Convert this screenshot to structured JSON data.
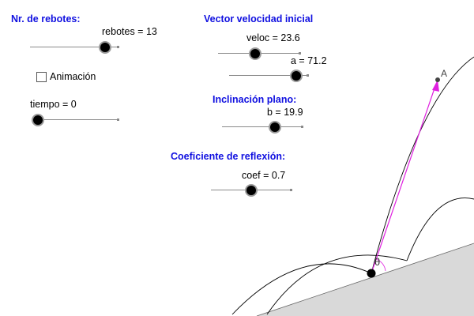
{
  "headings": {
    "rebotes": "Nr. de rebotes:",
    "velocidad": "Vector velocidad inicial",
    "inclinacion": "Inclinación plano:",
    "coeficiente": "Coeficiente de reflexión:"
  },
  "sliders": {
    "rebotes": {
      "label": "rebotes = 13",
      "level": 0.85
    },
    "tiempo": {
      "label": "tiempo = 0",
      "level": 0.0
    },
    "veloc": {
      "label": "veloc = 23.6",
      "level": 0.45
    },
    "a": {
      "label": "a = 71.2",
      "level": 0.85
    },
    "b": {
      "label": "b = 19.9",
      "level": 0.66
    },
    "coef": {
      "label": "coef = 0.7",
      "level": 0.5
    }
  },
  "animation_checkbox": {
    "label": "Animación",
    "checked": false
  },
  "graphics": {
    "point_label": "A",
    "angle_label": "θ",
    "vector_color": "#e020e0",
    "plane_fill": "#d9d9d9",
    "ball_color": "#000000"
  }
}
